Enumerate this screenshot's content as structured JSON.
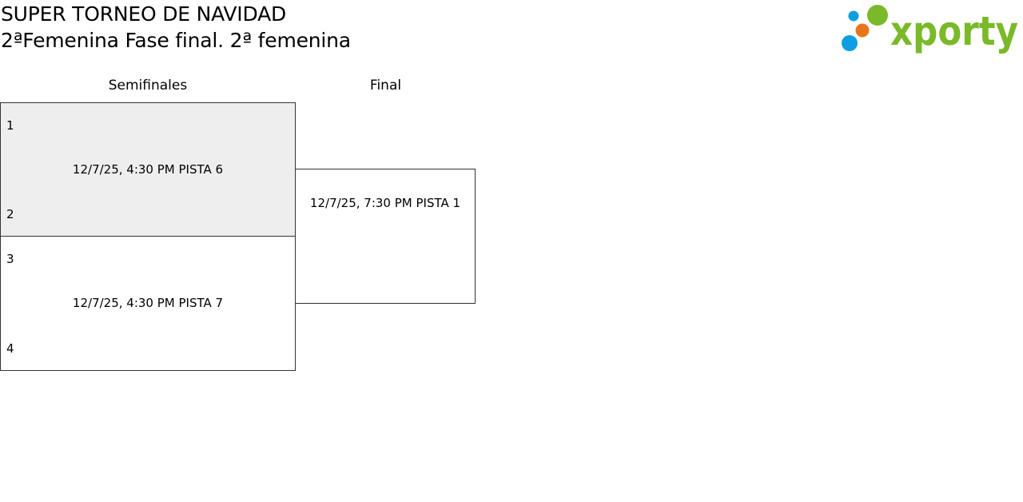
{
  "header": {
    "title": "SUPER TORNEO DE NAVIDAD",
    "subtitle": "2ªFemenina Fase final. 2ª femenina"
  },
  "logo": {
    "text": "xporty",
    "colors": {
      "green": "#7ab929",
      "orange": "#e8751a",
      "blue": "#0b9ee0"
    }
  },
  "rounds": [
    {
      "label": "Semifinales"
    },
    {
      "label": "Final"
    }
  ],
  "matches": {
    "semifinal_1": {
      "top_slot": "1",
      "bottom_slot": "2",
      "schedule": "12/7/25, 4:30 PM PISTA 6",
      "highlighted": true
    },
    "semifinal_2": {
      "top_slot": "3",
      "bottom_slot": "4",
      "schedule": "12/7/25, 4:30 PM PISTA 7",
      "highlighted": false
    },
    "final": {
      "schedule": "12/7/25, 7:30 PM PISTA 1",
      "highlighted": false
    }
  },
  "colors": {
    "highlight_background": "#eeeeee",
    "border": "#333333",
    "text": "#000000"
  }
}
